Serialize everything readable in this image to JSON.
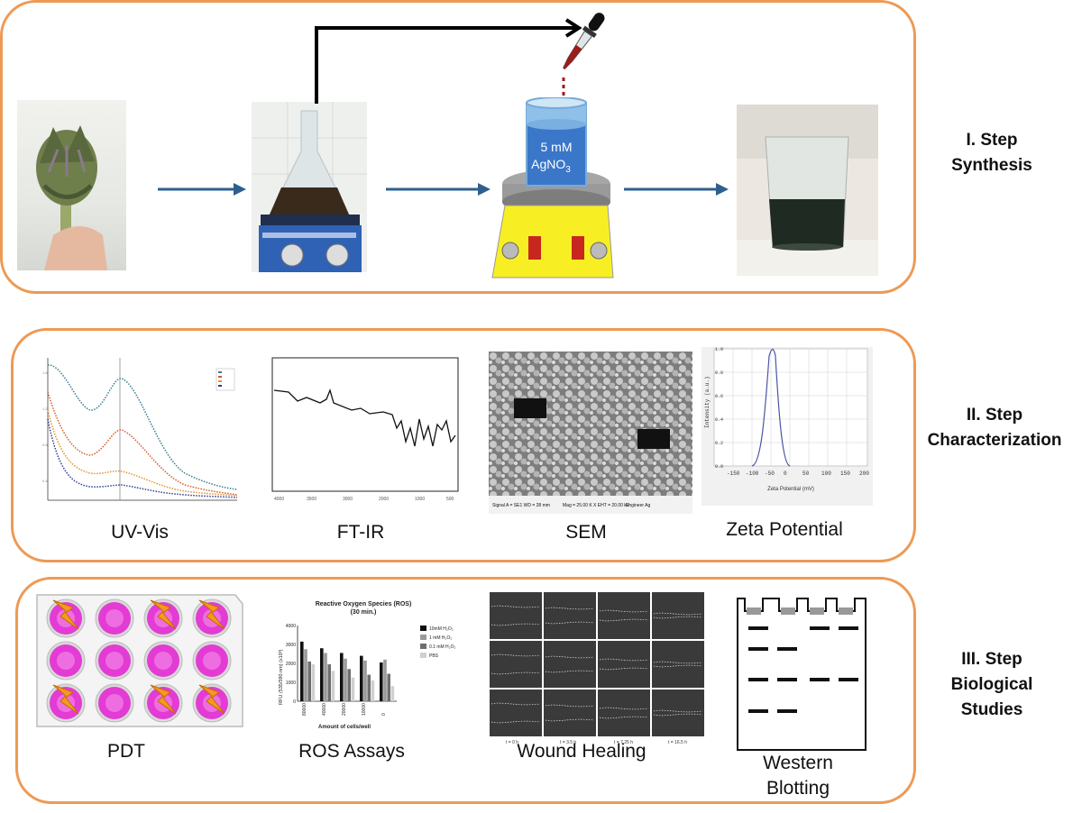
{
  "steps": [
    {
      "line1": "I. Step",
      "line2": "Synthesis"
    },
    {
      "line1": "II. Step",
      "line2": "Characterization"
    },
    {
      "line1": "III. Step",
      "line2": "Biological",
      "line3": "Studies"
    }
  ],
  "synthesis": {
    "beaker_label_line1": "5 mM",
    "beaker_label_line2": "AgNO",
    "beaker_label_sub": "3"
  },
  "characterization": {
    "captions": [
      "UV-Vis",
      "FT-IR",
      "SEM",
      "Zeta Potential"
    ],
    "zeta_xlabel": "Zeta Potential (mV)",
    "zeta_ylabel": "Intensity (a.u.)",
    "zeta_xticks": [
      "-150",
      "-100",
      "-50",
      "0",
      "50",
      "100",
      "150",
      "200"
    ],
    "zeta_yticks": [
      "0.0",
      "0.2",
      "0.4",
      "0.6",
      "0.8",
      "1.0"
    ],
    "sem_footer_left": "Signal A = SE1  WD = 28 mm",
    "sem_footer_mid": "Mag = 25.00 K X  EHT = 20.00 kV",
    "sem_footer_right": "Engineer Ag"
  },
  "biological": {
    "captions": [
      "PDT",
      "ROS Assays",
      "Wound Healing",
      "Western",
      "Blotting"
    ],
    "ros_title_line1": "Reactive Oxygen Species (ROS)",
    "ros_title_line2": "(30 min.)",
    "ros_ylabel": "RFU (535/590 nm) (x10³)",
    "ros_xlabel": "Amount of cells/well",
    "wound_times": [
      "t = 0 h",
      "t = 3.5 h",
      "t = 7.25 h",
      "t = 16.5 h"
    ]
  },
  "chart_data": {
    "type": "bar",
    "title": "Reactive Oxygen Species (ROS) (30 min.)",
    "xlabel": "Amount of cells/well",
    "ylabel": "RFU (535/590 nm) (x10³)",
    "categories": [
      "80000",
      "40000",
      "20000",
      "10000",
      "0"
    ],
    "ylim": [
      0,
      4000
    ],
    "yticks": [
      "0",
      "1000",
      "2000",
      "3000",
      "4000"
    ],
    "series": [
      {
        "name": "10mM H₂O₂",
        "color": "#111111",
        "values": [
          3150,
          2800,
          2550,
          2400,
          2050
        ]
      },
      {
        "name": "1 mM H₂O₂",
        "color": "#9a9a9a",
        "values": [
          2750,
          2550,
          2250,
          2150,
          2200
        ]
      },
      {
        "name": "0.1 mM H₂O₂",
        "color": "#6e6e6e",
        "values": [
          2100,
          1950,
          1700,
          1400,
          1450
        ]
      },
      {
        "name": "PBS",
        "color": "#d0d0d0",
        "values": [
          1950,
          1600,
          1250,
          1100,
          800
        ]
      }
    ]
  }
}
